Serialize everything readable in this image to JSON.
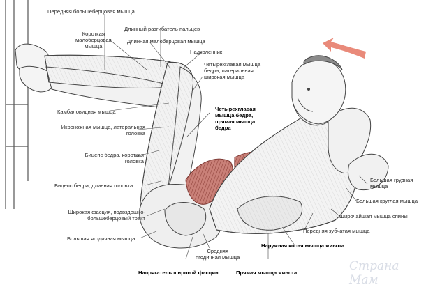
{
  "labels": {
    "tibialis_anterior": "Передняя большеберцовая мышца",
    "ext_digitorum_longus": "Длинный разгибатель пальцев",
    "peroneus_brevis": "Короткая\nмалоберцовая\nмышца",
    "peroneus_longus": "Длинная малоберцовая мышца",
    "patella": "Надколенник",
    "quad_vastus_lateralis": "Четырехглавая мышца\nбедра, латеральная\nширокая мышца",
    "quad_rectus_femoris": "Четырехглавая\nмышца бедра,\nпрямая мышца\nбедра",
    "soleus": "Камбаловидная мышца",
    "gastrocnemius_lateral": "Икроножная мышца, латеральная\nголовка",
    "biceps_femoris_short": "Бицепс бедра, короткая\nголовка",
    "biceps_femoris_long": "Бицепс бедра, длинная головка",
    "iliotibial_tract": "Широкая фасция, подвздошно-\nбольшеберцовый тракт",
    "gluteus_maximus": "Большая ягодичная мышца",
    "gluteus_medius": "Средняя\nягодичная мышца",
    "tensor_fasciae_latae": "Напрягатель широкой фасции",
    "rectus_abdominis": "Прямая мышца живота",
    "external_oblique": "Наружная косая мышца живота",
    "serratus_anterior": "Передняя зубчатая мышца",
    "latissimus_dorsi": "Широчайшая мышца спины",
    "teres_major": "Большая круглая мышца",
    "pectoralis_major": "Большая грудная\nмышца"
  },
  "watermark": {
    "site": "Страна Мам"
  },
  "colors": {
    "line": "#444444",
    "muscle_highlight": "#b06a63",
    "arrow": "#e98a7a"
  }
}
